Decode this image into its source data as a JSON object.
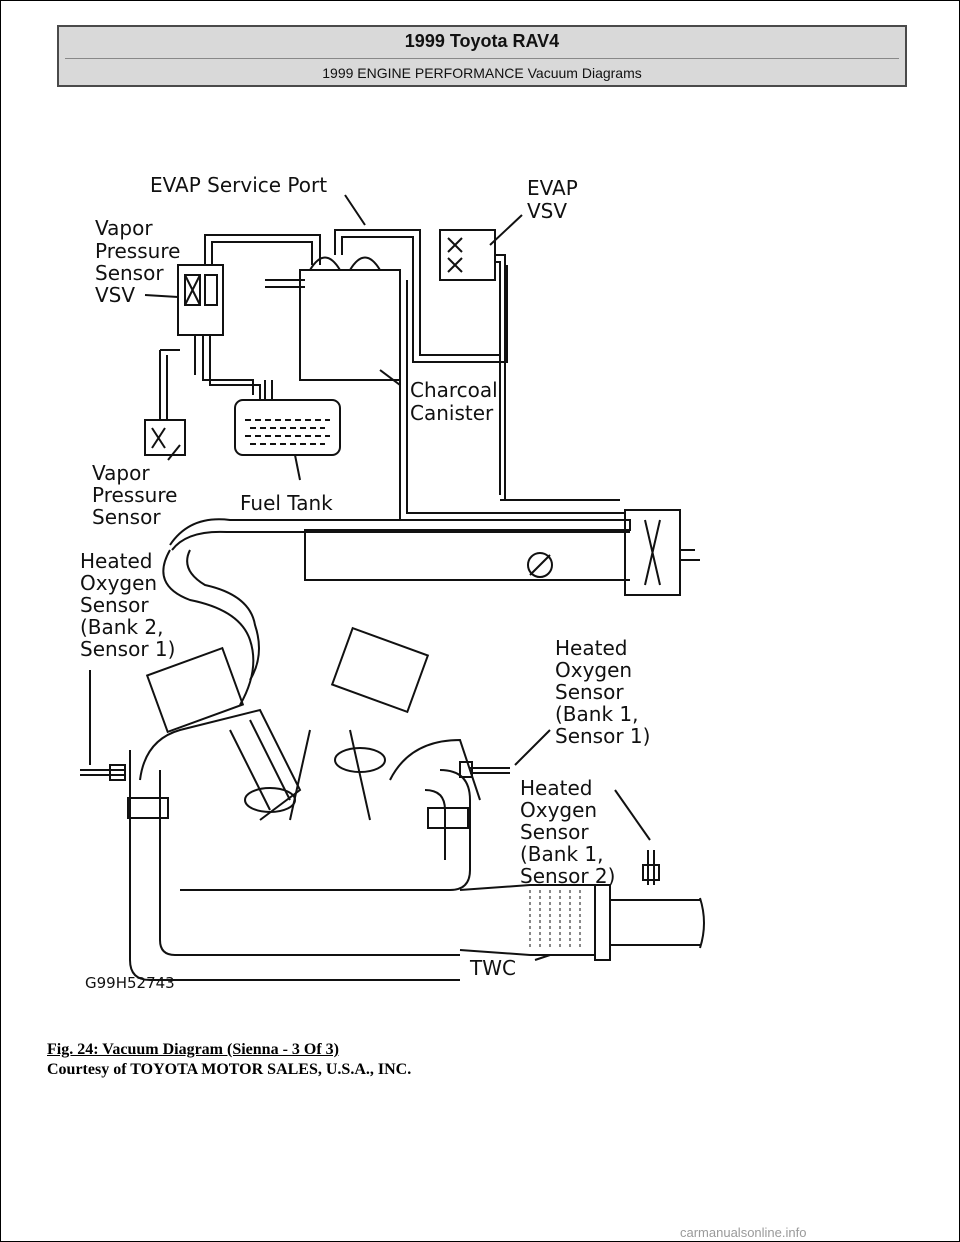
{
  "header": {
    "title": "1999 Toyota RAV4",
    "subtitle": "1999 ENGINE PERFORMANCE Vacuum Diagrams"
  },
  "diagram": {
    "labels": {
      "evap_service_port": "EVAP Service Port",
      "evap_vsv_line1": "EVAP",
      "evap_vsv_line2": "VSV",
      "vp_vsv_line1": "Vapor",
      "vp_vsv_line2": "Pressure",
      "vp_vsv_line3": "Sensor",
      "vp_vsv_line4": "VSV",
      "charcoal_line1": "Charcoal",
      "charcoal_line2": "Canister",
      "vp_sensor_line1": "Vapor",
      "vp_sensor_line2": "Pressure",
      "vp_sensor_line3": "Sensor",
      "fuel_tank": "Fuel Tank",
      "ho2_b2s1_line1": "Heated",
      "ho2_b2s1_line2": "Oxygen",
      "ho2_b2s1_line3": "Sensor",
      "ho2_b2s1_line4": "(Bank 2,",
      "ho2_b2s1_line5": "Sensor 1)",
      "ho2_b1s1_line1": "Heated",
      "ho2_b1s1_line2": "Oxygen",
      "ho2_b1s1_line3": "Sensor",
      "ho2_b1s1_line4": "(Bank 1,",
      "ho2_b1s1_line5": "Sensor 1)",
      "ho2_b1s2_line1": "Heated",
      "ho2_b1s2_line2": "Oxygen",
      "ho2_b1s2_line3": "Sensor",
      "ho2_b1s2_line4": "(Bank 1,",
      "ho2_b1s2_line5": "Sensor 2)",
      "twc": "TWC",
      "figure_code": "G99H52743"
    }
  },
  "caption": {
    "title": "Fig. 24: Vacuum Diagram (Sienna - 3 Of 3)",
    "credit": "Courtesy of TOYOTA MOTOR SALES, U.S.A., INC."
  },
  "watermark": "carmanualsonline.info"
}
